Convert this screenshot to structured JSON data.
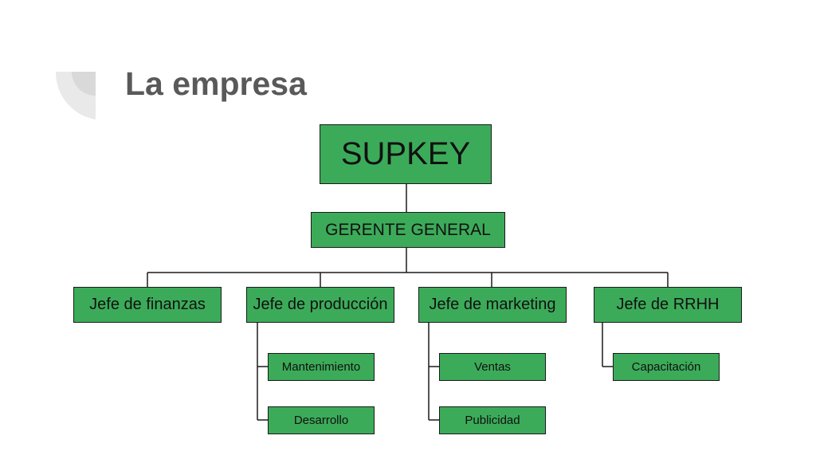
{
  "slide": {
    "title": "La empresa"
  },
  "org": {
    "root": "SUPKEY",
    "general_manager": "GERENTE GENERAL",
    "departments": [
      {
        "label": "Jefe de finanzas",
        "children": []
      },
      {
        "label": "Jefe de producción",
        "children": [
          "Mantenimiento",
          "Desarrollo"
        ]
      },
      {
        "label": "Jefe de marketing",
        "children": [
          "Ventas",
          "Publicidad"
        ]
      },
      {
        "label": "Jefe de RRHH",
        "children": [
          "Capacitación"
        ]
      }
    ]
  },
  "colors": {
    "node_fill": "#3cab59",
    "node_border": "#1a1a1a",
    "title_text": "#595959",
    "decoration": "#e6e6e6"
  }
}
